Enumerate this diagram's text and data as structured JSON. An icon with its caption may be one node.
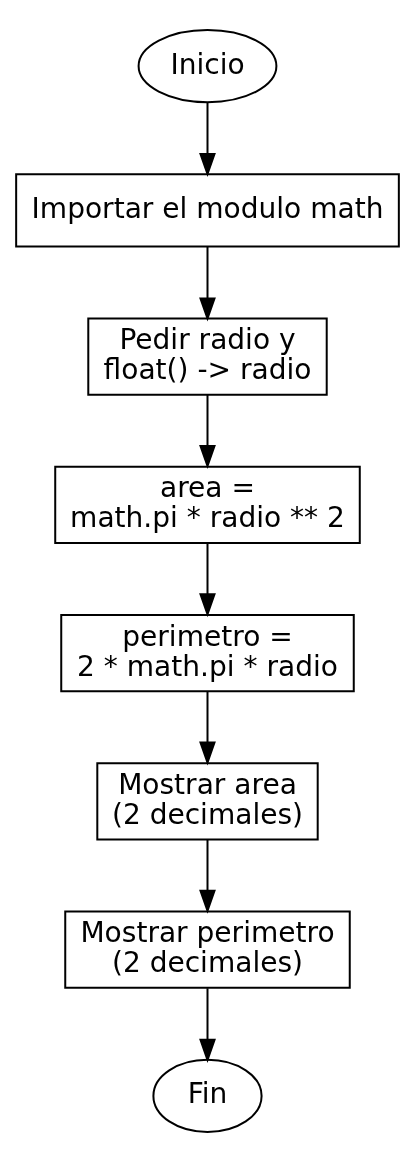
{
  "diagram": {
    "nodes": [
      {
        "text": [
          "Inicio"
        ]
      },
      {
        "text": [
          "Importar el modulo math"
        ]
      },
      {
        "text": [
          "Pedir radio y float() -> radio"
        ]
      },
      {
        "text": [
          "area = math.pi * radio ** 2"
        ]
      },
      {
        "text": [
          "perimetro = 2 * math.pi * radio"
        ]
      },
      {
        "text": [
          "Mostrar area (2 decimales)"
        ]
      },
      {
        "text": [
          "Mostrar perimetro (2 decimales)"
        ]
      },
      {
        "text": [
          "Fin"
        ]
      }
    ],
    "edges": [
      {
        "from": 0,
        "to": 1,
        "arrow": "to"
      },
      {
        "from": 1,
        "to": 2,
        "arrow": "to"
      },
      {
        "from": 2,
        "to": 3,
        "arrow": "to"
      },
      {
        "from": 3,
        "to": 4,
        "arrow": "to"
      },
      {
        "from": 4,
        "to": 5,
        "arrow": "to"
      },
      {
        "from": 5,
        "to": 6,
        "arrow": "to"
      },
      {
        "from": 6,
        "to": 7,
        "arrow": "to"
      }
    ]
  }
}
